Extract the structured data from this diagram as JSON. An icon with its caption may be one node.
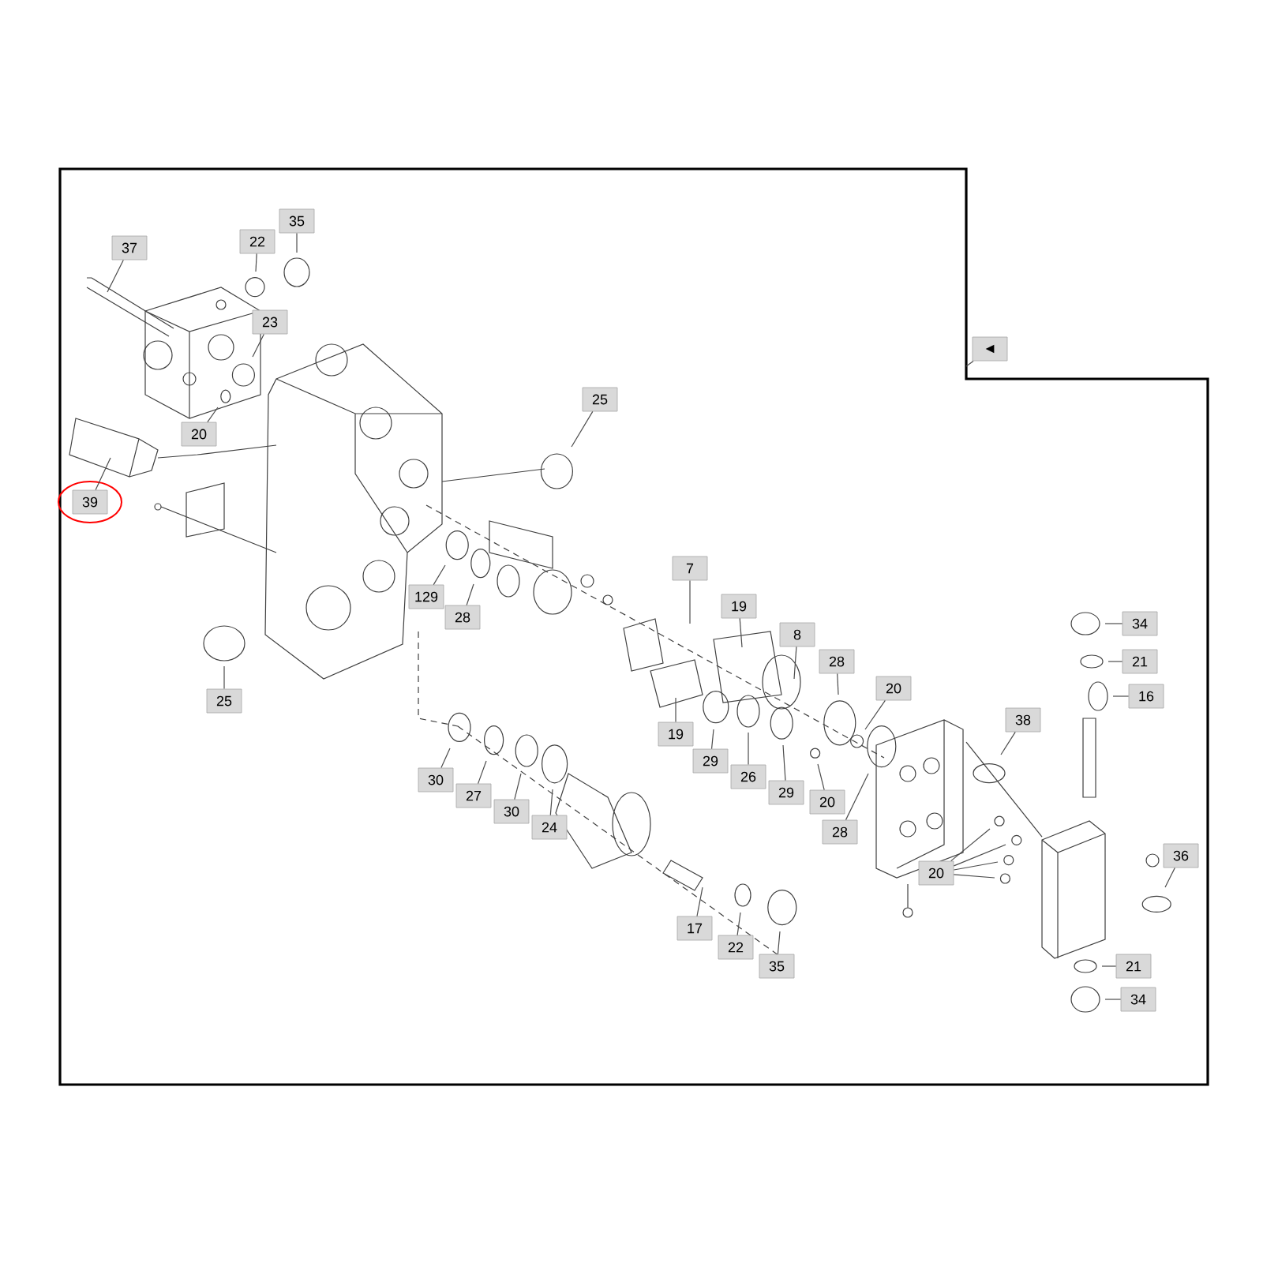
{
  "diagram": {
    "nodes": [
      {
        "text": [
          "37"
        ]
      },
      {
        "text": [
          "22"
        ]
      },
      {
        "text": [
          "35"
        ]
      },
      {
        "text": [
          "23"
        ]
      },
      {
        "text": [
          "20"
        ]
      },
      {
        "text": [
          "39"
        ]
      },
      {
        "text": [
          "25"
        ]
      },
      {
        "text": [
          "129"
        ]
      },
      {
        "text": [
          "28"
        ]
      },
      {
        "text": [
          "25"
        ]
      },
      {
        "text": [
          "7"
        ]
      },
      {
        "text": [
          "19"
        ]
      },
      {
        "text": [
          "8"
        ]
      },
      {
        "text": [
          "28"
        ]
      },
      {
        "text": [
          "20"
        ]
      },
      {
        "text": [
          "19"
        ]
      },
      {
        "text": [
          "29"
        ]
      },
      {
        "text": [
          "26"
        ]
      },
      {
        "text": [
          "29"
        ]
      },
      {
        "text": [
          "20"
        ]
      },
      {
        "text": [
          "28"
        ]
      },
      {
        "text": [
          "30"
        ]
      },
      {
        "text": [
          "27"
        ]
      },
      {
        "text": [
          "30"
        ]
      },
      {
        "text": [
          "24"
        ]
      },
      {
        "text": [
          "17"
        ]
      },
      {
        "text": [
          "22"
        ]
      },
      {
        "text": [
          "35"
        ]
      },
      {
        "text": [
          "38"
        ]
      },
      {
        "text": [
          "20"
        ]
      },
      {
        "text": [
          "34"
        ]
      },
      {
        "text": [
          "21"
        ]
      },
      {
        "text": [
          "16"
        ]
      },
      {
        "text": [
          "36"
        ]
      },
      {
        "text": [
          "21"
        ]
      },
      {
        "text": [
          "34"
        ]
      },
      {
        "text": [
          "◀"
        ]
      }
    ],
    "edges": [
      {
        "from": 0,
        "to": null,
        "arrow": "none"
      },
      {
        "from": 1,
        "to": null,
        "arrow": "none"
      },
      {
        "from": 2,
        "to": null,
        "arrow": "none"
      },
      {
        "from": 3,
        "to": null,
        "arrow": "none"
      },
      {
        "from": 4,
        "to": null,
        "arrow": "none"
      },
      {
        "from": 5,
        "to": null,
        "arrow": "none"
      },
      {
        "from": 6,
        "to": null,
        "arrow": "none"
      },
      {
        "from": 7,
        "to": null,
        "arrow": "none"
      },
      {
        "from": 8,
        "to": null,
        "arrow": "none"
      },
      {
        "from": 9,
        "to": null,
        "arrow": "none"
      },
      {
        "from": 10,
        "to": null,
        "arrow": "none"
      },
      {
        "from": 11,
        "to": null,
        "arrow": "none"
      },
      {
        "from": 12,
        "to": null,
        "arrow": "none"
      },
      {
        "from": 13,
        "to": null,
        "arrow": "none"
      },
      {
        "from": 14,
        "to": null,
        "arrow": "none"
      },
      {
        "from": 15,
        "to": null,
        "arrow": "none"
      },
      {
        "from": 16,
        "to": null,
        "arrow": "none"
      },
      {
        "from": 17,
        "to": null,
        "arrow": "none"
      },
      {
        "from": 18,
        "to": null,
        "arrow": "none"
      },
      {
        "from": 19,
        "to": null,
        "arrow": "none"
      },
      {
        "from": 20,
        "to": null,
        "arrow": "none"
      },
      {
        "from": 21,
        "to": null,
        "arrow": "none"
      },
      {
        "from": 22,
        "to": null,
        "arrow": "none"
      },
      {
        "from": 23,
        "to": null,
        "arrow": "none"
      },
      {
        "from": 24,
        "to": null,
        "arrow": "none"
      },
      {
        "from": 25,
        "to": null,
        "arrow": "none"
      },
      {
        "from": 26,
        "to": null,
        "arrow": "none"
      },
      {
        "from": 27,
        "to": null,
        "arrow": "none"
      },
      {
        "from": 28,
        "to": null,
        "arrow": "none"
      },
      {
        "from": 29,
        "to": null,
        "arrow": "none"
      },
      {
        "from": 29,
        "to": null,
        "arrow": "none"
      },
      {
        "from": 29,
        "to": null,
        "arrow": "none"
      },
      {
        "from": 29,
        "to": null,
        "arrow": "none"
      },
      {
        "from": 30,
        "to": null,
        "arrow": "none"
      },
      {
        "from": 31,
        "to": null,
        "arrow": "none"
      },
      {
        "from": 32,
        "to": null,
        "arrow": "none"
      },
      {
        "from": 33,
        "to": null,
        "arrow": "none"
      },
      {
        "from": 34,
        "to": null,
        "arrow": "none"
      },
      {
        "from": 35,
        "to": null,
        "arrow": "none"
      },
      {
        "from": 36,
        "to": null,
        "arrow": "none"
      }
    ]
  }
}
